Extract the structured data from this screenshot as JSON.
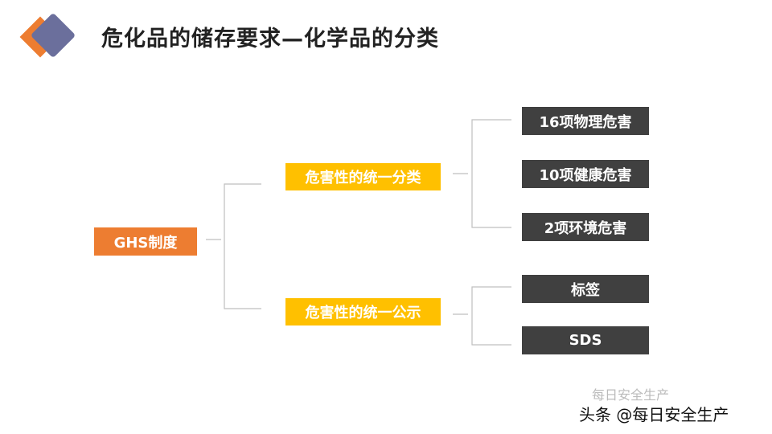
{
  "title": "危化品的储存要求—化学品的分类",
  "root": "GHS制度",
  "branches": [
    {
      "label": "危害性的统一分类",
      "items": [
        "16项物理危害",
        "10项健康危害",
        "2项环境危害"
      ]
    },
    {
      "label": "危害性的统一公示",
      "items": [
        "标签",
        "SDS"
      ]
    }
  ],
  "watermark_faint": "每日安全生产",
  "watermark": "头条 @每日安全生产",
  "colors": {
    "orange": "#ed7d31",
    "yellow": "#ffc000",
    "dark": "#404040",
    "logo_blue": "#6b6f9c"
  }
}
